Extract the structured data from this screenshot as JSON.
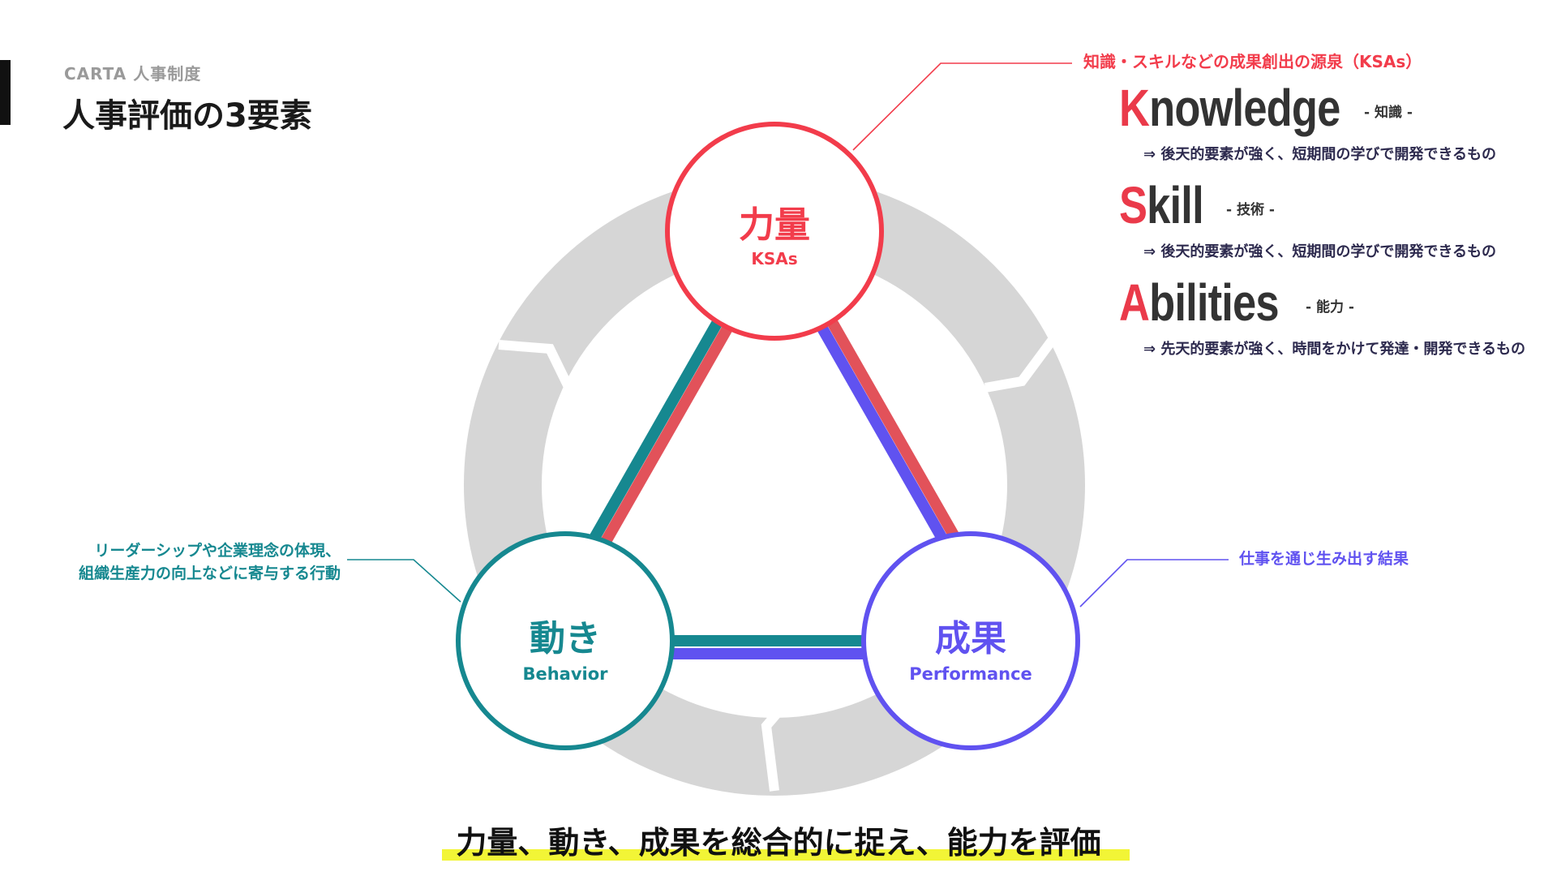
{
  "header": {
    "brand": "CARTA 人事制度",
    "title": "人事評価の3要素"
  },
  "colors": {
    "red": "#f23c4b",
    "teal": "#168890",
    "purple": "#6052f0",
    "ring": "#d6d6d6",
    "highlight": "#f2f536"
  },
  "nodes": {
    "ksas": {
      "title": "力量",
      "subtitle": "KSAs"
    },
    "behavior": {
      "title": "動き",
      "subtitle": "Behavior"
    },
    "performance": {
      "title": "成果",
      "subtitle": "Performance"
    }
  },
  "callouts": {
    "ksas": "知識・スキルなどの成果創出の源泉（KSAs）",
    "behavior_line1": "リーダーシップや企業理念の体現、",
    "behavior_line2": "組織生産力の向上などに寄与する行動",
    "performance": "仕事を通じ生み出す結果"
  },
  "ksa_items": [
    {
      "initial": "K",
      "rest": "nowledge",
      "label": "- 知識 -",
      "desc": "⇒ 後天的要素が強く、短期間の学びで開発できるもの"
    },
    {
      "initial": "S",
      "rest": "kill",
      "label": "- 技術 -",
      "desc": "⇒ 後天的要素が強く、短期間の学びで開発できるもの"
    },
    {
      "initial": "A",
      "rest": "bilities",
      "label": "- 能力 -",
      "desc": "⇒ 先天的要素が強く、時間をかけて発達・開発できるもの"
    }
  ],
  "summary": "力量、動き、成果を総合的に捉え、能力を評価"
}
